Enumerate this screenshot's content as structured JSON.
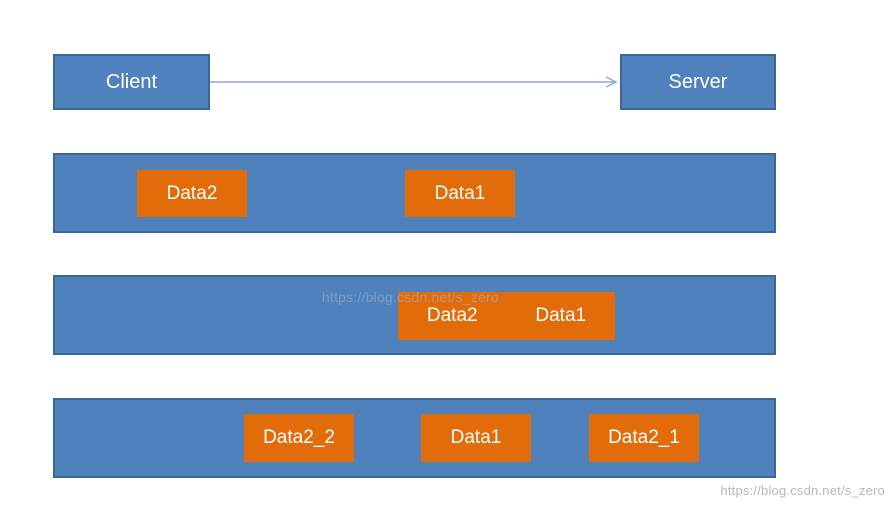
{
  "client": {
    "label": "Client"
  },
  "server": {
    "label": "Server"
  },
  "rows": [
    {
      "packets": [
        "Data2",
        "Data1"
      ]
    },
    {
      "packets": [
        "Data2",
        "Data1"
      ]
    },
    {
      "packets": [
        "Data2_2",
        "Data1",
        "Data2_1"
      ]
    }
  ],
  "watermarks": {
    "center": "https://blog.csdn.net/s_zero",
    "corner": "https://blog.csdn.net/s_zero"
  },
  "colors": {
    "box": "#4f81bd",
    "packet": "#e36c0a",
    "arrow": "#8ea9cf"
  }
}
